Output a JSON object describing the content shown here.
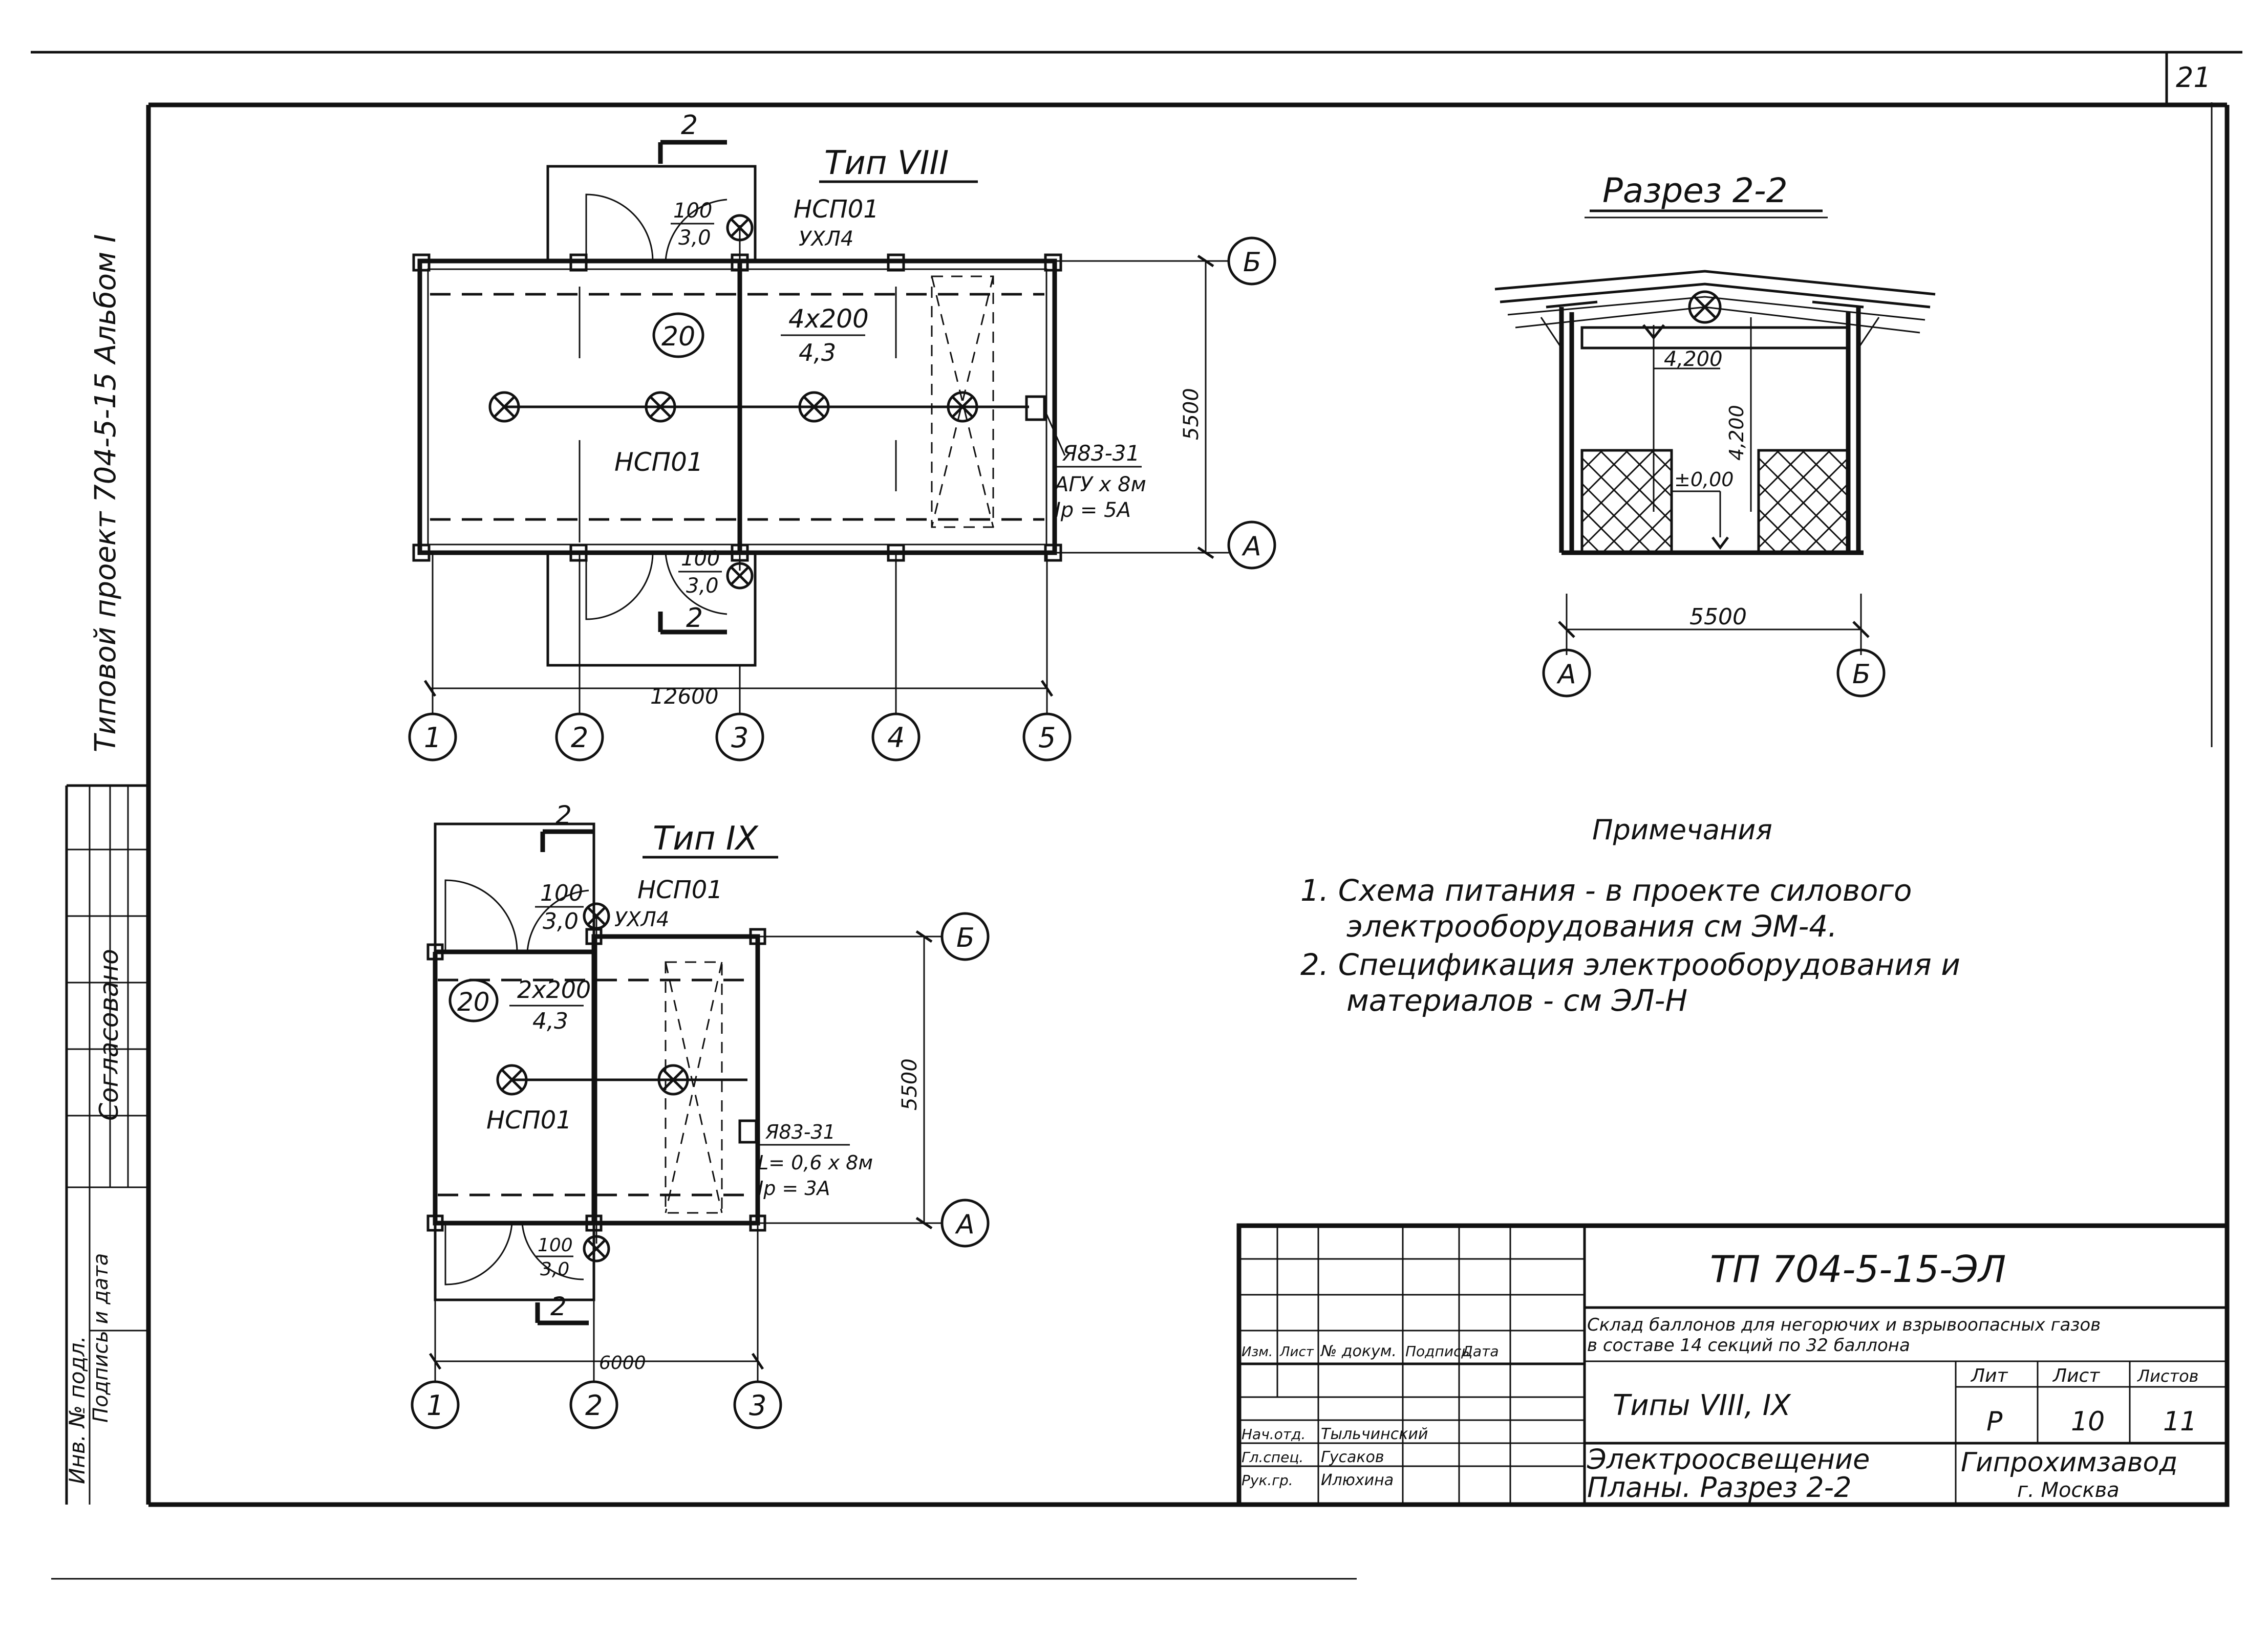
{
  "sheet": {
    "sheet_number": "21",
    "album_title": "Типовой проект 704-5-15  Альбом I"
  },
  "plan_viii": {
    "title": "Тип VIII",
    "section_mark": "2",
    "room_number": "20",
    "lamp_label_top": "НСП01",
    "lamp_label_top_sub": "УХЛ4",
    "lamp_label_main": "НСП01",
    "power_top": "4х200",
    "height_top": "4,3",
    "door_top_power": "100",
    "door_top_height": "3,0",
    "door_bot_power": "100",
    "door_bot_height": "3,0",
    "switch_label": "Я83-31",
    "switch_params": "АГУ х 8м",
    "switch_current": "Iр = 5А",
    "dim_width": "12600",
    "dim_depth": "5500",
    "axis_b": "Б",
    "axis_a": "А",
    "axes": [
      "1",
      "2",
      "3",
      "4",
      "5"
    ]
  },
  "plan_ix": {
    "title": "Тип IX",
    "section_mark": "2",
    "room_number": "20",
    "lamp_label_top": "НСП01",
    "lamp_label_top_sub": "УХЛ4",
    "lamp_label_main": "НСП01",
    "power_top": "2х200",
    "height_top": "4,3",
    "door_top_power": "100",
    "door_top_height": "3,0",
    "door_bot_power": "100",
    "door_bot_height": "3,0",
    "switch_label": "Я83-31",
    "switch_params": "L= 0,6 х 8м",
    "switch_current": "Iр = 3А",
    "dim_width": "6000",
    "dim_depth": "5500",
    "axis_b": "Б",
    "axis_a": "А",
    "axes": [
      "1",
      "2",
      "3"
    ]
  },
  "section": {
    "title": "Разрез 2-2",
    "lamp_height": "4,200",
    "height_mark": "4,200",
    "floor_mark": "±0,00",
    "dim_width": "5500",
    "axis_a": "А",
    "axis_b": "Б"
  },
  "notes": {
    "heading": "Примечания",
    "items": [
      "1. Схема питания - в проекте силового",
      "электрооборудования см ЭМ-4.",
      "2. Спецификация электрооборудования и",
      "материалов - см ЭЛ-Н"
    ]
  },
  "title_block": {
    "designation": "ТП 704-5-15-ЭЛ",
    "object_line1": "Склад баллонов для негорючих и взрывоопасных газов",
    "object_line2": "в составе        14 секций по 32 баллона",
    "types": "Типы VIII, IX",
    "drawing_line1": "Электроосвещение",
    "drawing_line2": "Планы. Разрез 2-2",
    "col_headers": [
      "Изм.",
      "Лист",
      "№ докум.",
      "Подпись",
      "Дата"
    ],
    "roles": [
      "Нач.отд.",
      "Гл.спец.",
      "Рук.гр."
    ],
    "names": [
      "Тыльчинский",
      "Гусаков",
      "Илюхина"
    ],
    "stage_header": "Лит",
    "sheet_header": "Лист",
    "sheets_header": "Листов",
    "stage": "Р",
    "sheet": "10",
    "sheets": "11",
    "organization_line1": "Гипрохимзавод",
    "organization_line2": "г. Москва"
  },
  "side_stamp": {
    "line1": "Согласовано",
    "line2": "Инв. № подл.",
    "line3": "Подпись и дата"
  }
}
